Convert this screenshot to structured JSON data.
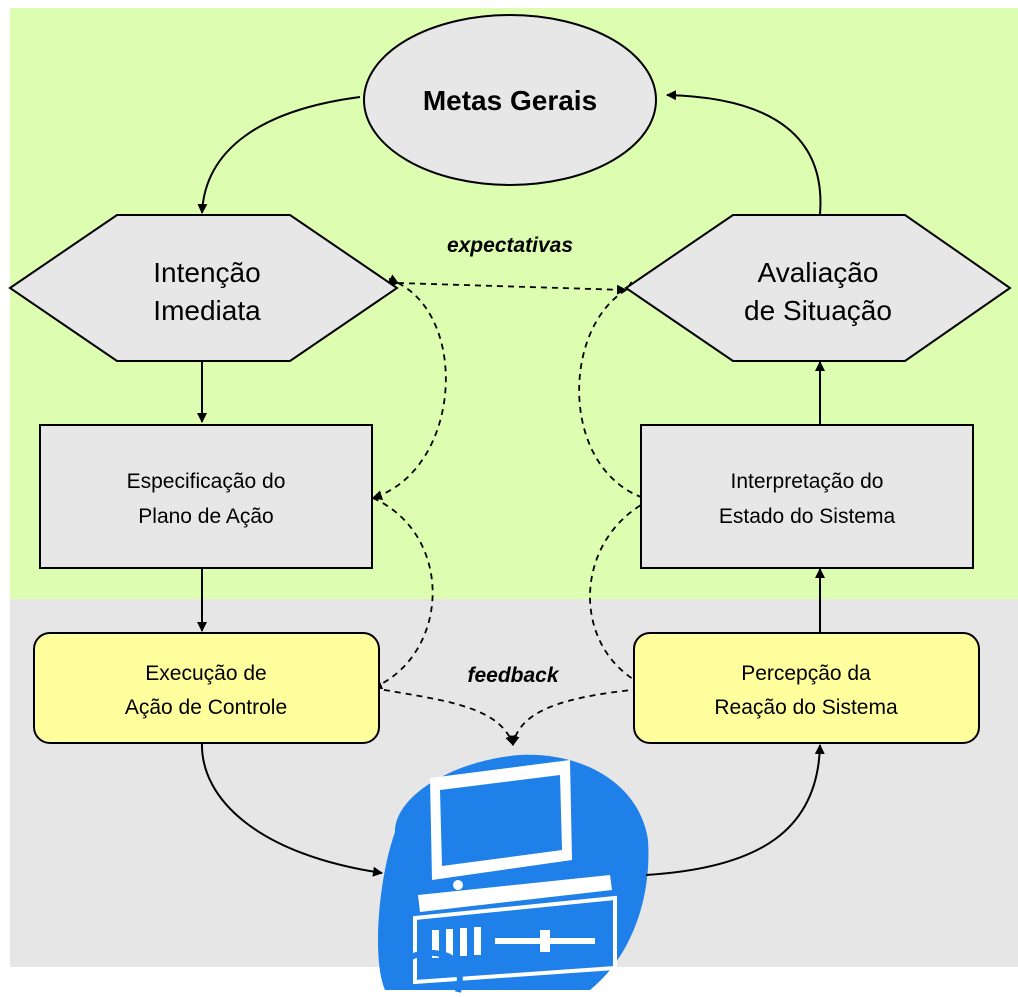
{
  "diagram": {
    "goal": "Metas Gerais",
    "intention": [
      "Intenção",
      "Imediata"
    ],
    "evaluation": [
      "Avaliação",
      "de Situação"
    ],
    "specification": [
      "Especificação do",
      "Plano de Ação"
    ],
    "interpretation": [
      "Interpretação do",
      "Estado do Sistema"
    ],
    "execution": [
      "Execução de",
      "Ação de Controle"
    ],
    "perception": [
      "Percepção da",
      "Reação do Sistema"
    ],
    "expectations_label": "expectativas",
    "feedback_label": "feedback",
    "computer_icon": "computer-icon",
    "colors": {
      "upper_region": "#ddfdb0",
      "lower_region": "#e6e6e6",
      "shape_fill": "#e7e7e7",
      "action_box_fill": "#ffff9e",
      "computer_blue": "#1e80e8"
    }
  }
}
